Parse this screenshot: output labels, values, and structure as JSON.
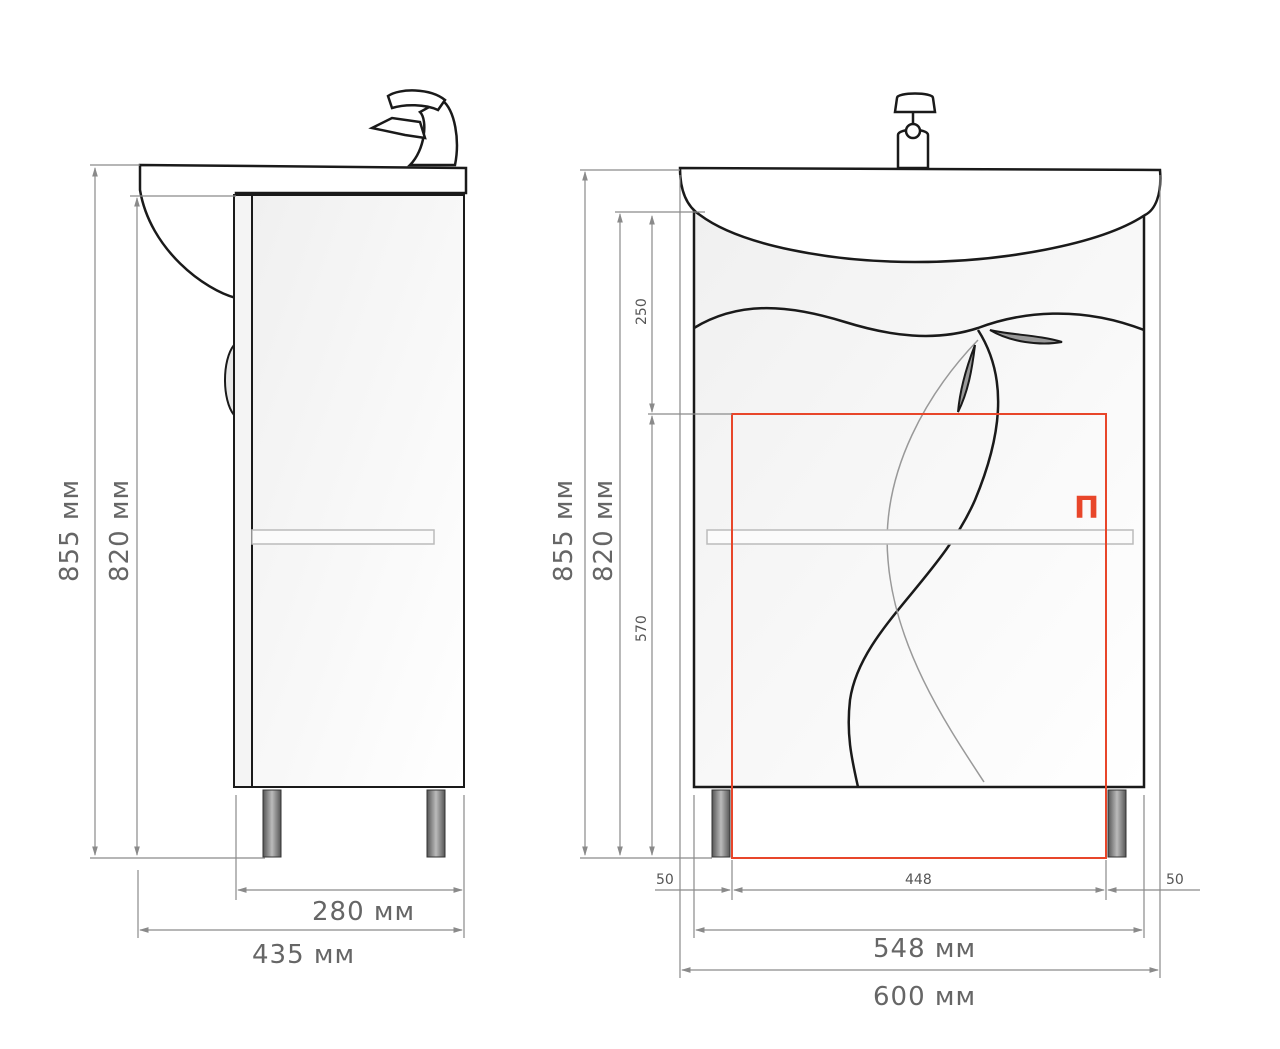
{
  "dimensions": {
    "side_total_height": "855 мм",
    "side_body_height": "820 мм",
    "side_depth_cabinet": "280 мм",
    "side_depth_total": "435 мм",
    "front_total_height": "855 мм",
    "front_body_height": "820 мм",
    "front_upper_section": "250",
    "front_lower_section": "570",
    "front_left_offset": "50",
    "front_opening_width": "448",
    "front_right_offset": "50",
    "front_cabinet_width": "548 мм",
    "front_total_width": "600 мм"
  },
  "marker": {
    "label": "П",
    "color": "#e8462a"
  },
  "colors": {
    "outline": "#1a1a1a",
    "dimension_line": "#8a8a8a",
    "dimension_text": "#666666",
    "cabinet_fill": "#f4f4f4",
    "leg_fill": "#7a7a7a"
  }
}
